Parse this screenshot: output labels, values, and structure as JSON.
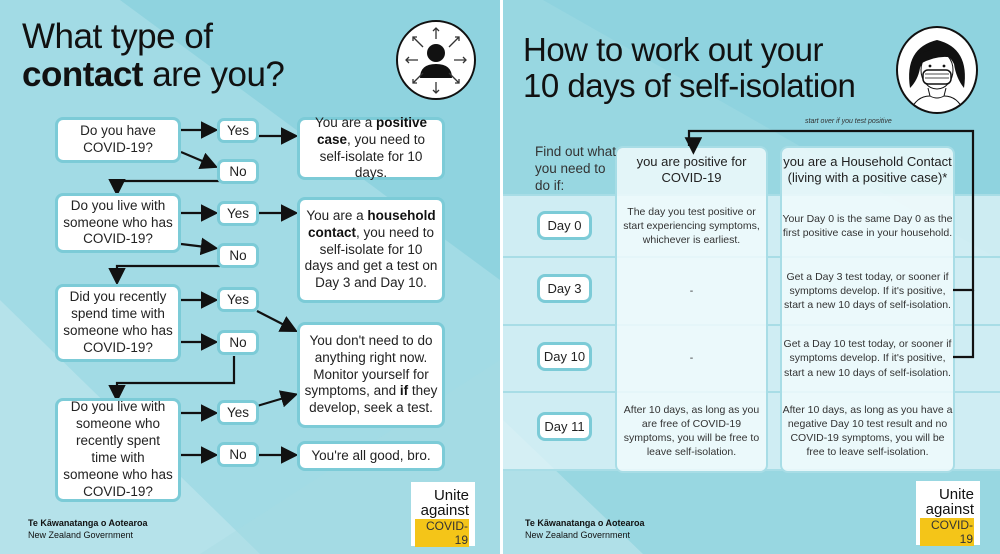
{
  "left": {
    "title_line1": "What type of",
    "title_bold": "contact",
    "title_rest": " are you?",
    "icon": "person-radiating-arrows-icon",
    "questions": [
      {
        "text": "Do you have COVID-19?"
      },
      {
        "text": "Do you live with someone who has COVID-19?"
      },
      {
        "text": "Did you recently spend time with someone who has COVID-19?"
      },
      {
        "text": "Do you live with someone who recently spent time with someone who has COVID-19?"
      }
    ],
    "yes_label": "Yes",
    "no_label": "No",
    "outcomes": {
      "positive": {
        "pre": "You are a ",
        "bold": "positive case",
        "post": ", you need to self-isolate for 10 days."
      },
      "household": {
        "pre": "You are a ",
        "bold": "household contact",
        "post": ", you need to self-isolate for 10 days and get a test on Day 3 and Day 10."
      },
      "monitor": {
        "pre": "You don't need to do anything right now. Monitor yourself for symptoms, and ",
        "bold": "if",
        "post": " they develop, seek a test."
      },
      "good": {
        "text": "You're all good, bro."
      }
    },
    "gov_maori": "Te Kāwanatanga o Aotearoa",
    "gov_english": "New Zealand Government",
    "unite": {
      "l1": "Unite",
      "l2": "against",
      "l3": "COVID-19"
    }
  },
  "right": {
    "title_line1": "How to work out your",
    "title_line2": "10 days of self-isolation",
    "icon": "woman-wearing-mask-icon",
    "start_over": "start over if you test positive",
    "find_out": "Find out what you need to do if:",
    "col_headers": [
      "you are positive for COVID-19",
      "you are a Household Contact (living with a positive case)*"
    ],
    "rows": [
      {
        "day": "Day 0",
        "positive": "The day you test positive or start experiencing symptoms, whichever is earliest.",
        "household": "Your Day 0 is the same Day 0 as the first positive case in your household."
      },
      {
        "day": "Day 3",
        "positive": "-",
        "household": "Get a Day 3 test today, or sooner if symptoms develop. If it's positive, start a new 10 days of self-isolation."
      },
      {
        "day": "Day 10",
        "positive": "-",
        "household": "Get a Day 10 test today, or sooner if symptoms develop. If it's positive, start a new 10 days of self-isolation."
      },
      {
        "day": "Day 11",
        "positive": "After 10 days, as long as you are free of COVID-19 symptoms, you will be free to leave self-isolation.",
        "household": "After 10 days, as long as you have a negative Day 10 test result and no COVID-19 symptoms, you will be free to leave self-isolation."
      }
    ],
    "gov_maori": "Te Kāwanatanga o Aotearoa",
    "gov_english": "New Zealand Government",
    "unite": {
      "l1": "Unite",
      "l2": "against",
      "l3": "COVID-19"
    }
  },
  "colors": {
    "background": "#8fd3df",
    "box_border": "#7ccbd7",
    "highlight": "#f4c518"
  }
}
